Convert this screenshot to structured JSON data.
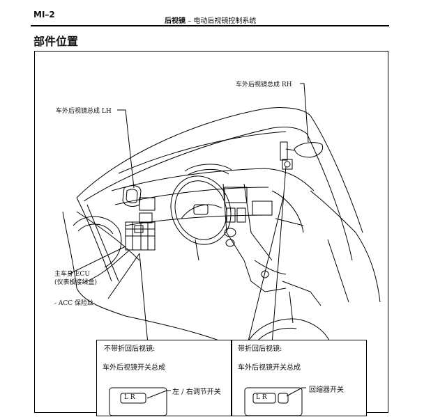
{
  "header": {
    "code": "MI–2",
    "section": "后视镜",
    "separator": "–",
    "subsection": "电动后视镜控制系统"
  },
  "page_title": "部件位置",
  "callouts": {
    "mirror_rh": "车外后视镜总成 RH",
    "mirror_lh": "车外后视镜总成 LH",
    "ecu_line1": "主车身 ECU",
    "ecu_line2": "(仪表板接线盒)",
    "acc_fuse": "- ACC 保险丝"
  },
  "panels": {
    "left": {
      "title": "不带折回后视镜:",
      "subtitle": "车外后视镜开关总成",
      "callout": "左 / 右调节开关",
      "switch_letters": "L  R"
    },
    "right": {
      "title": "带折回后视镜:",
      "subtitle": "车外后视镜开关总成",
      "callout": "回缩器开关",
      "switch_letters": "L  R"
    }
  }
}
